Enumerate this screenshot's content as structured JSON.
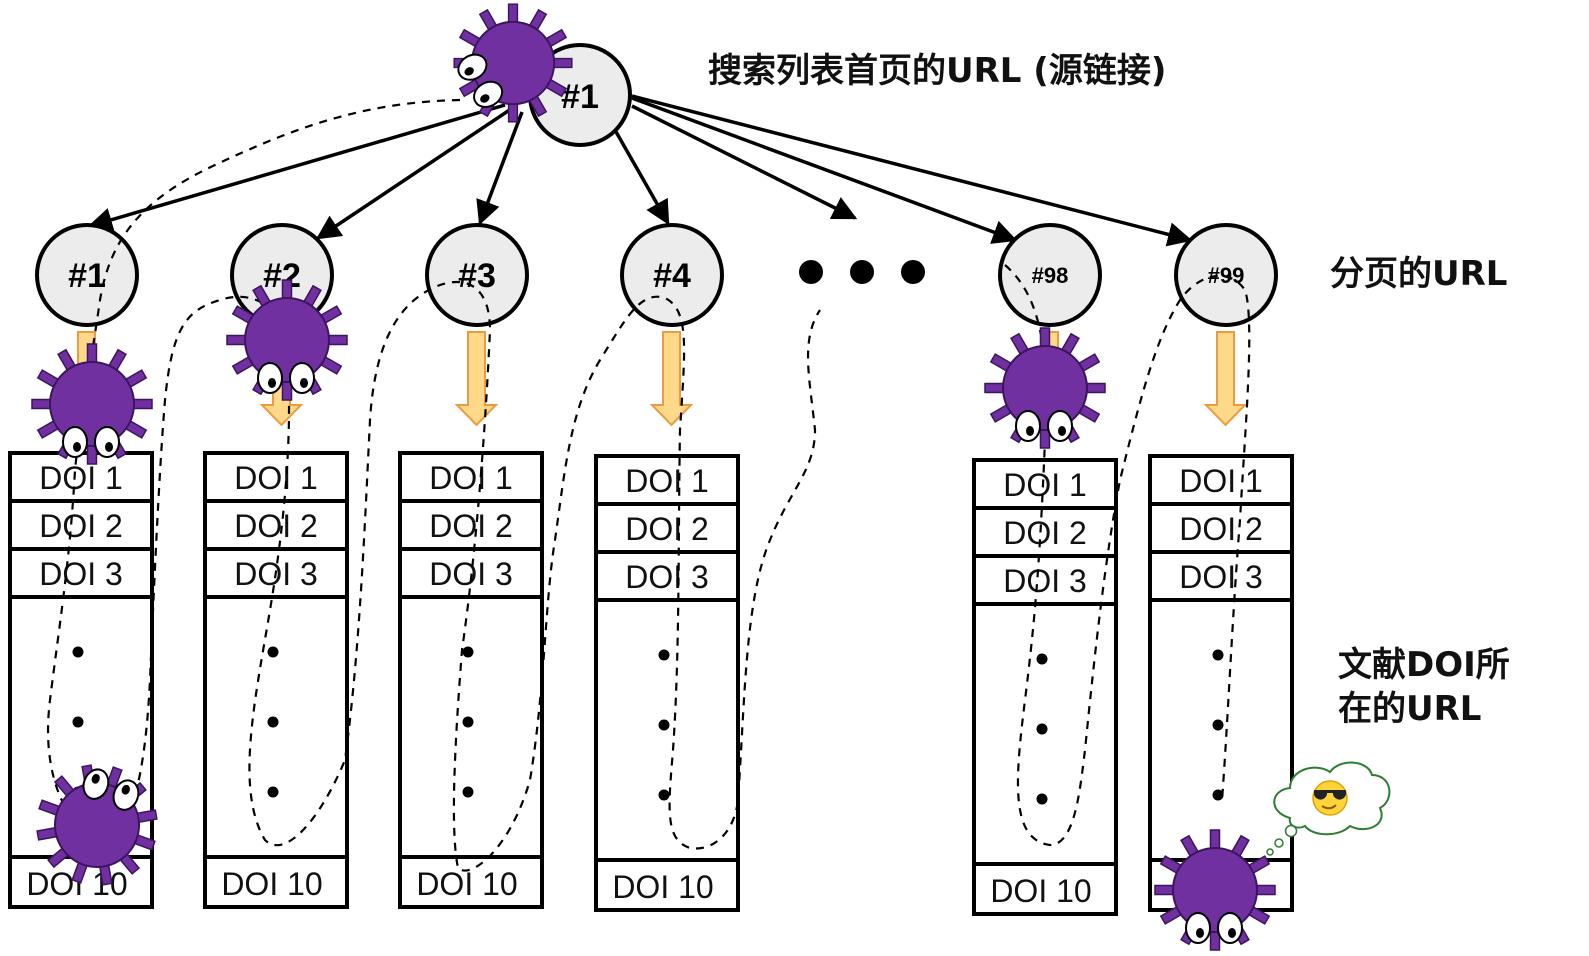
{
  "labels": {
    "source_url": "搜索列表首页的URL (源链接)",
    "paged_url": "分页的URL",
    "doi_url_line1": "文献DOI所",
    "doi_url_line2": "在的URL"
  },
  "root": {
    "label": "#1"
  },
  "pages": [
    {
      "label": "#1"
    },
    {
      "label": "#2"
    },
    {
      "label": "#3"
    },
    {
      "label": "#4"
    },
    {
      "label": "#98"
    },
    {
      "label": "#99"
    }
  ],
  "doi_rows": [
    "DOI 1",
    "DOI 2",
    "DOI 3"
  ],
  "doi_last": "DOI 10",
  "icons": {
    "crawler": "purple-spider-bot-icon",
    "thought": "sunglasses-emoji-thought-cloud-icon"
  },
  "colors": {
    "node_fill": "#ececec",
    "crawler": "#7030a0",
    "arrow_fill": "#ffd98a",
    "arrow_stroke": "#ed9b40"
  }
}
